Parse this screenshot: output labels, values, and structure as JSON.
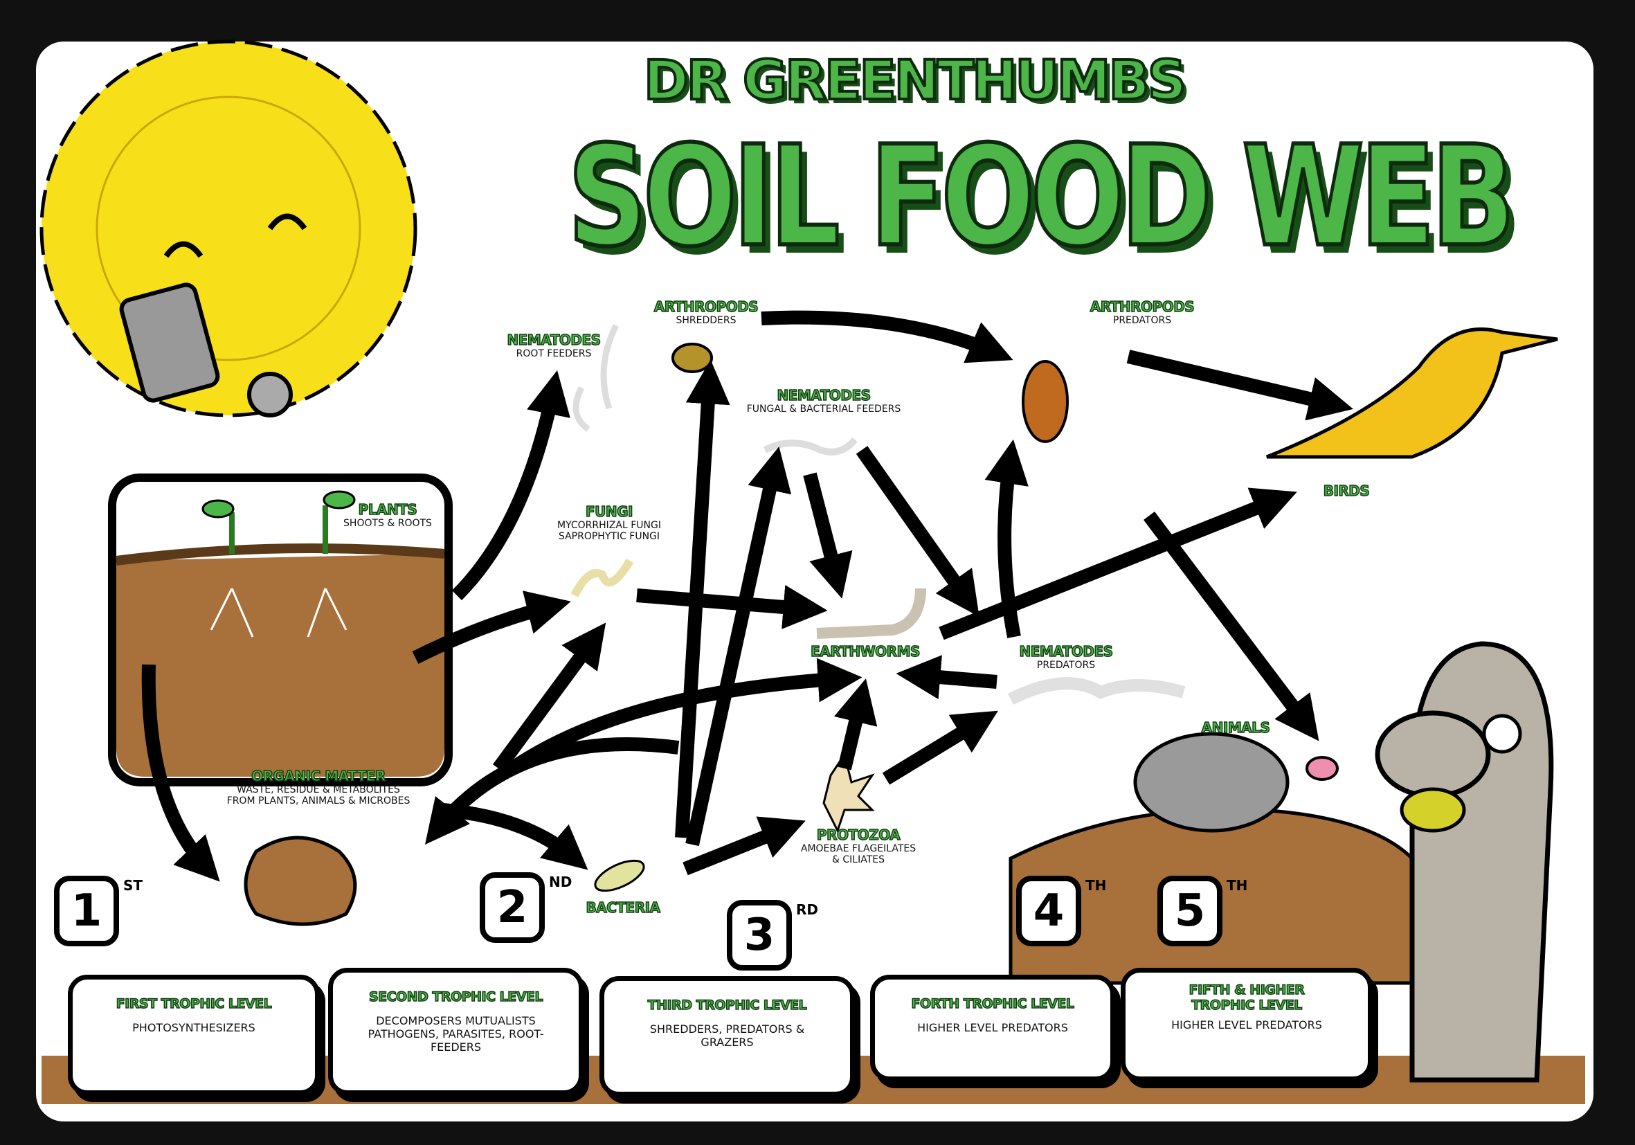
{
  "header": {
    "subtitle": "DR GREENTHUMBS",
    "title": "SOIL FOOD WEB"
  },
  "colors": {
    "green": "#4cb648",
    "soil": "#a8703a",
    "sun": "#f7e01a",
    "black": "#000000"
  },
  "organisms": {
    "plants": {
      "name": "PLANTS",
      "desc": "SHOOTS & ROOTS"
    },
    "nematodes_root": {
      "name": "NEMATODES",
      "desc": "ROOT FEEDERS"
    },
    "arthropods_shredders": {
      "name": "ARTHROPODS",
      "desc": "SHREDDERS"
    },
    "nematodes_fungal": {
      "name": "NEMATODES",
      "desc": "FUNGAL & BACTERIAL FEEDERS"
    },
    "arthropods_predators": {
      "name": "ARTHROPODS",
      "desc": "PREDATORS"
    },
    "birds": {
      "name": "BIRDS"
    },
    "fungi": {
      "name": "FUNGI",
      "desc1": "MYCORRHIZAL FUNGI",
      "desc2": "SAPROPHYTIC FUNGI"
    },
    "earthworms": {
      "name": "EARTHWORMS"
    },
    "nematodes_predators": {
      "name": "NEMATODES",
      "desc": "PREDATORS"
    },
    "animals": {
      "name": "ANIMALS"
    },
    "organic_matter": {
      "name": "ORGANIC MATTER",
      "desc1": "WASTE, RESIDUE & METABOLITES",
      "desc2": "FROM PLANTS, ANIMALS & MICROBES"
    },
    "bacteria": {
      "name": "BACTERIA"
    },
    "protozoa": {
      "name": "PROTOZOA",
      "desc1": "AMOEBAE FLAGEILATES",
      "desc2": "& CILIATES"
    }
  },
  "trophic_levels": [
    {
      "num": "1",
      "sup": "ST",
      "title": "FIRST TROPHIC LEVEL",
      "desc": "PHOTOSYNTHESIZERS"
    },
    {
      "num": "2",
      "sup": "ND",
      "title": "SECOND TROPHIC LEVEL",
      "desc": "DECOMPOSERS MUTUALISTS PATHOGENS, PARASITES, ROOT-FEEDERS"
    },
    {
      "num": "3",
      "sup": "RD",
      "title": "THIRD TROPHIC LEVEL",
      "desc": "SHREDDERS, PREDATORS & GRAZERS"
    },
    {
      "num": "4",
      "sup": "TH",
      "title": "FORTH TROPHIC LEVEL",
      "desc": "HIGHER LEVEL PREDATORS"
    },
    {
      "num": "5",
      "sup": "TH",
      "title": "FIFTH & HIGHER TROPHIC LEVEL",
      "desc": "HIGHER LEVEL PREDATORS"
    }
  ]
}
